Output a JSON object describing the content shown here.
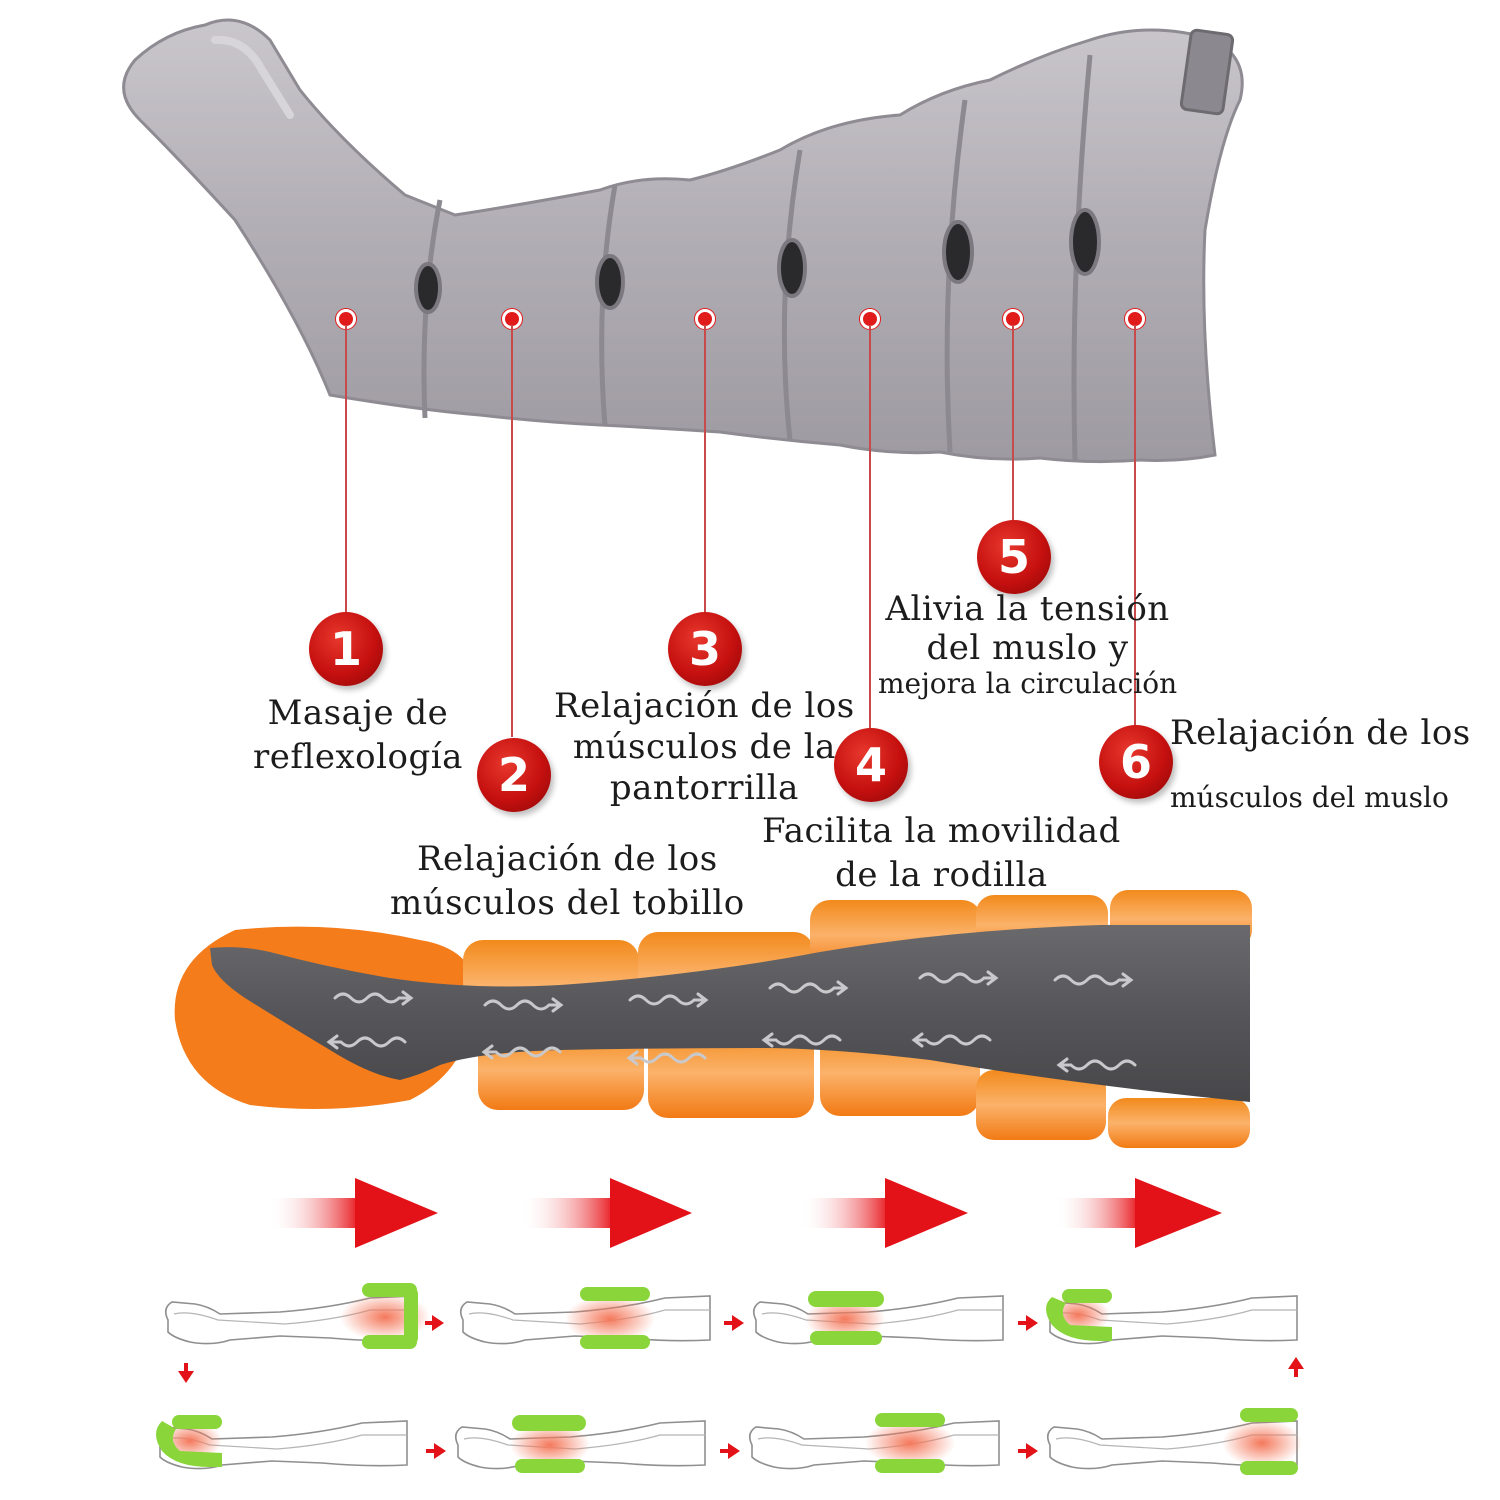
{
  "colors": {
    "accent_red": "#d21411",
    "sleeve_grey": "#aeaab0",
    "chamber_orange": "#f57c1a",
    "leg_grey": "#5b5b5e",
    "chamber_green": "#8ad63a"
  },
  "zones": [
    {
      "number": "1",
      "lines": [
        "Masaje de",
        "reflexología"
      ]
    },
    {
      "number": "2",
      "lines": [
        "Relajación de los",
        "músculos del tobillo"
      ]
    },
    {
      "number": "3",
      "lines": [
        "Relajación de los",
        "músculos de la",
        "pantorrilla"
      ]
    },
    {
      "number": "4",
      "lines": [
        "Facilita la movilidad",
        "de la rodilla"
      ]
    },
    {
      "number": "5",
      "lines": [
        "Alivia la tensión",
        "del muslo y",
        "mejora la circulación"
      ]
    },
    {
      "number": "6",
      "lines": [
        "Relajación de los",
        "músculos del muslo"
      ]
    }
  ],
  "icons": [
    "inflatable-leg-sleeve",
    "leg-compression-diagram",
    "flow-arrow",
    "leg-sequence-diagram"
  ]
}
